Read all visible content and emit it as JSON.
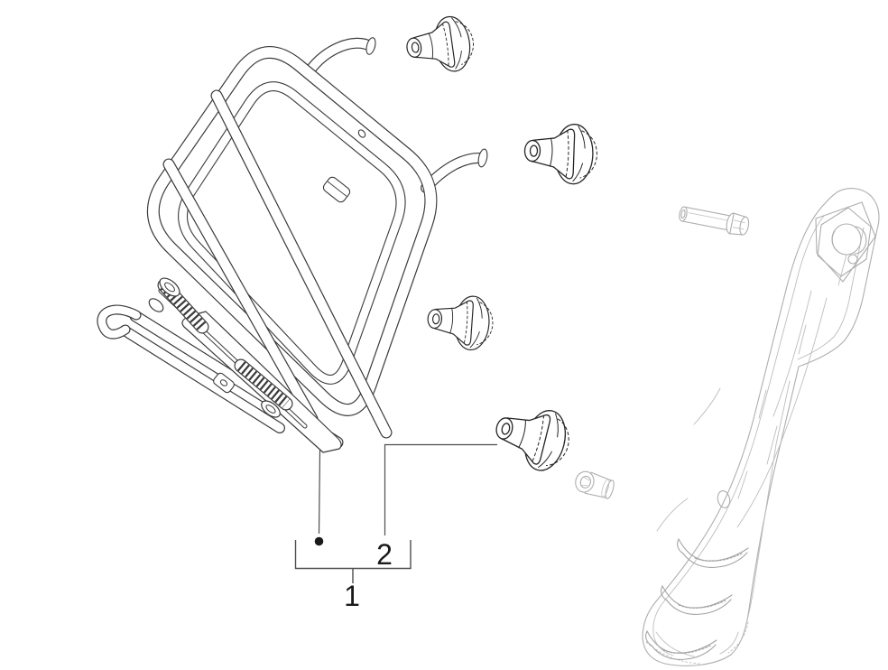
{
  "diagram": {
    "type": "exploded-parts-drawing",
    "callouts": [
      {
        "label": "1",
        "points_to": "front-luggage-rack-assembly"
      },
      {
        "label": "2",
        "points_to": "rubber-buffer"
      }
    ],
    "colors": {
      "background": "#ffffff",
      "rack_line": "#3a3a3a",
      "buffer_line": "#262626",
      "gray_part_line": "#aeaeae",
      "gray_part_line_light": "#bdbdbd",
      "leader_line": "#4d4d4d",
      "label_text": "#1a1a1a"
    },
    "parts": {
      "main_assembly": "front-luggage-rack",
      "buffers": "rubber-buffer x4",
      "fasteners": "hex-flange-bolt, shouldered-screw",
      "reference_part": "steering-column-cover-with-louvers"
    }
  }
}
